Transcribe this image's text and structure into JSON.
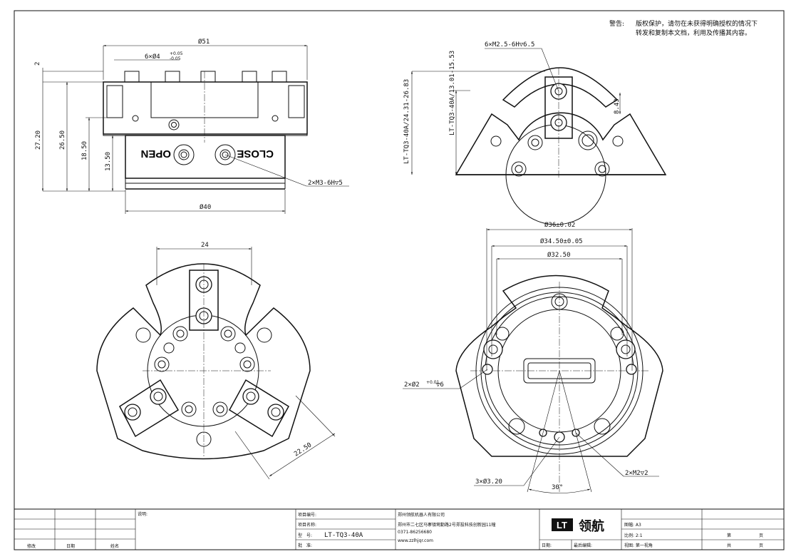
{
  "warning": {
    "label": "警告:",
    "line1": "版权保护，请勿在未获得明确授权的情况下",
    "line2": "转发和复制本文档，利用及传播其内容。"
  },
  "front_view": {
    "dia_top": "Ø51",
    "holes": "6×Ø4",
    "holes_tol_upper": "+0.05",
    "holes_tol_lower": "-0.05",
    "dim_2": "2",
    "dim_27_20": "27.20",
    "dim_26_50": "26.50",
    "dim_18_50": "18.50",
    "dim_13_50": "13.50",
    "open_label": "OPEN",
    "close_label": "CLOSE",
    "thread_note": "2×M3-6H▽5",
    "dia_bottom": "Ø40"
  },
  "side_view": {
    "thread_note": "6×M2.5-6H▽6.5",
    "vertical_note1": "LT-TQ3-40A/13.01-15.53",
    "vertical_note2": "LT-TQ3-40A/24.31-26.83",
    "dim_8_43": "8.43"
  },
  "top_view": {
    "dim_24": "24",
    "dim_22_50": "22.50"
  },
  "bottom_view": {
    "dia_36": "Ø36±0.02",
    "dia_34_50": "Ø34.50±0.05",
    "dia_32_50": "Ø32.50",
    "pin_note": "2×Ø2",
    "pin_tol": "+0.01",
    "pin_depth": "▽6",
    "holes_3": "3×Ø3.20",
    "thread_m2": "2×M2▽2",
    "angle": "30°"
  },
  "title_block": {
    "rev_label": "修改",
    "date_label": "日期",
    "name_label": "姓名",
    "notes_label": "说明:",
    "project_no_label": "项目编号:",
    "project_name_label": "项目名称:",
    "model_label": "型　号:",
    "model_value": "LT-TQ3-40A",
    "approve_label": "批　准:",
    "company_name": "郑州领航机器人有限公司",
    "company_addr": "郑州市二七区马寨镇莺勤路2号郑投科技创新园11幢",
    "company_phone": "0371-86256680",
    "company_web": "www.zzlhjqr.com",
    "logo_mark": "LT",
    "logo_text": "领航",
    "sheet_label": "图幅: A3",
    "scale_label": "比例: 2:1",
    "view_label": "视图: 第一视角",
    "date2_label": "日期:",
    "last_edit_label": "最后编辑:",
    "page_label": "第",
    "page_unit": "页",
    "total_label": "共",
    "total_unit": "页"
  }
}
